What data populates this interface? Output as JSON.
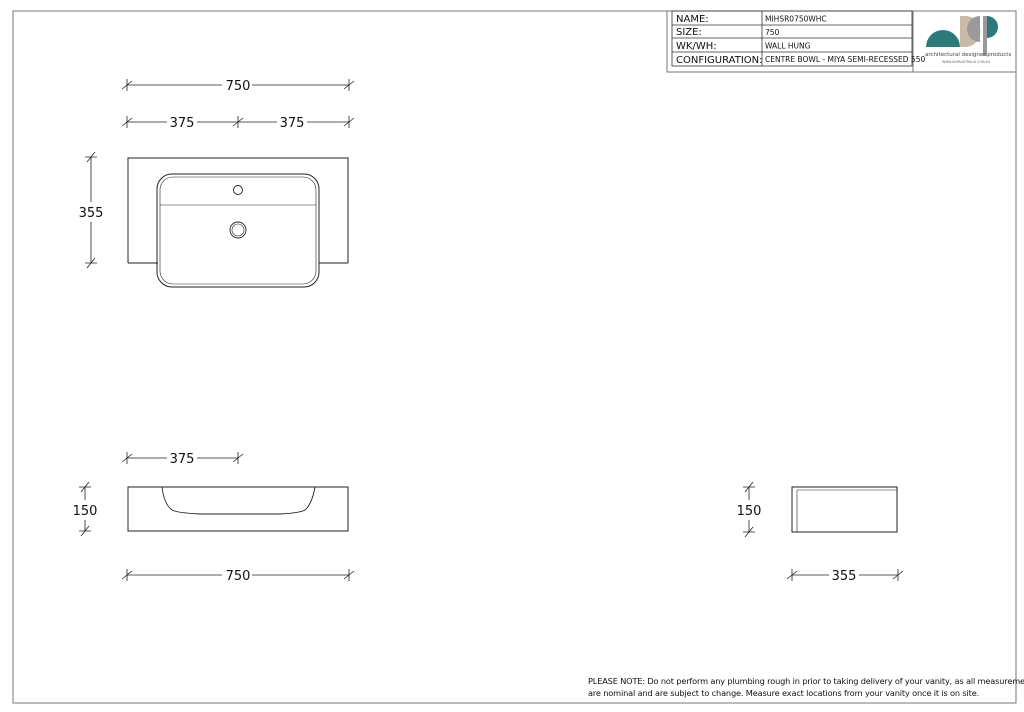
{
  "title_block": {
    "rows": [
      {
        "label": "NAME:",
        "value": "MIHSR0750WHC"
      },
      {
        "label": "SIZE:",
        "value": "750"
      },
      {
        "label": "WK/WH:",
        "value": "WALL HUNG"
      },
      {
        "label": "CONFIGURATION:",
        "value": "CENTRE BOWL - MIYA SEMI-RECESSED 550"
      }
    ]
  },
  "logo": {
    "brand_text": "architectural designer products",
    "url_text": "WWW.ADPAUSTRALIA.COM.AU",
    "colors": {
      "teal": "#2e7a7a",
      "sand": "#c9b9a6",
      "gray": "#9a9a9a"
    }
  },
  "dimensions": {
    "plan_width": "750",
    "plan_half_left": "375",
    "plan_half_right": "375",
    "plan_depth": "355",
    "front_half": "375",
    "front_height": "150",
    "front_width": "750",
    "side_height": "150",
    "side_depth": "355"
  },
  "note": {
    "line1": "PLEASE NOTE: Do not perform any plumbing rough in prior to taking delivery of your vanity, as all measurements",
    "line2": "are nominal and are subject to change. Measure exact locations from your vanity once it is on site."
  }
}
